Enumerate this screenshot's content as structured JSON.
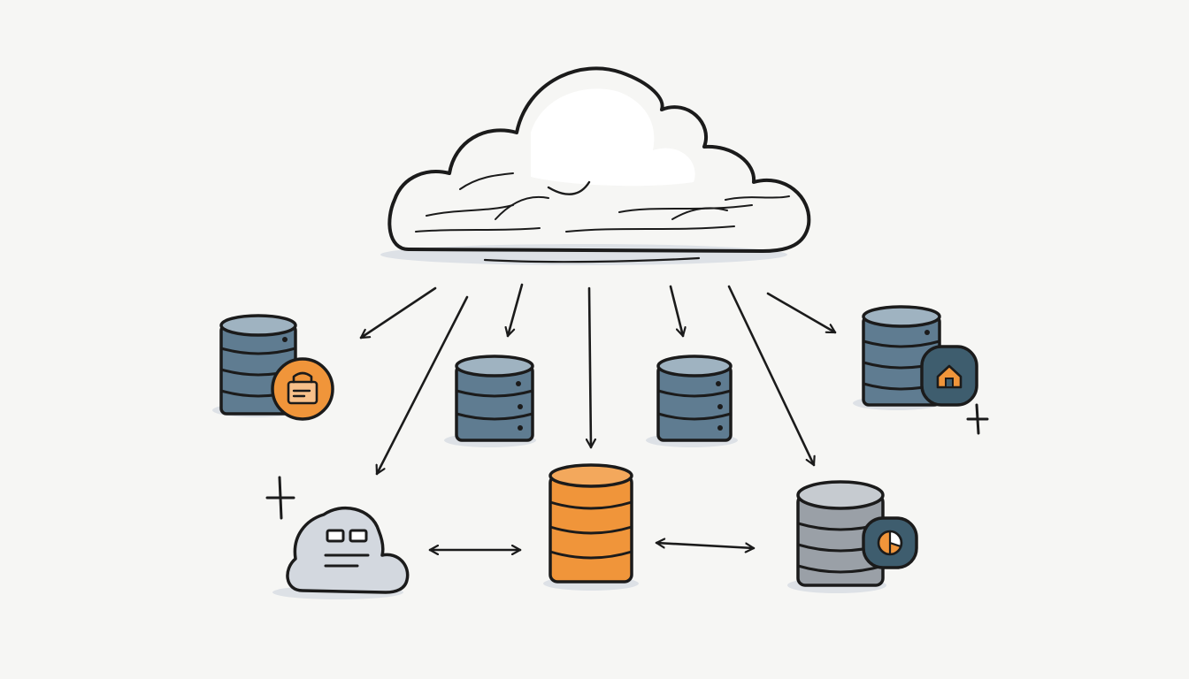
{
  "colors": {
    "background": "#f6f6f4",
    "ink": "#1b1b1b",
    "cloud_fill": "#eef0f3",
    "cloud_shade": "#c9ced6",
    "server_blue": "#5f7c91",
    "server_blue_top": "#9fb3c1",
    "server_gray": "#9aa0a7",
    "server_gray_top": "#c6cbd0",
    "accent_orange": "#f0953a",
    "badge_teal": "#3e5d6e",
    "cloud_small_fill": "#d3d8df"
  },
  "nodes": [
    {
      "id": "cloud-main",
      "kind": "cloud"
    },
    {
      "id": "db-left-top",
      "kind": "database",
      "color": "blue",
      "badge": "lock-icon"
    },
    {
      "id": "db-mid-left",
      "kind": "database",
      "color": "blue"
    },
    {
      "id": "db-mid-right",
      "kind": "database",
      "color": "blue"
    },
    {
      "id": "db-right-top",
      "kind": "database",
      "color": "blue",
      "badge": "home-icon"
    },
    {
      "id": "cloud-small",
      "kind": "cloud",
      "icon": "document-icon"
    },
    {
      "id": "db-center",
      "kind": "database",
      "color": "orange"
    },
    {
      "id": "db-right-bottom",
      "kind": "database",
      "color": "gray",
      "badge": "pie-chart-icon"
    }
  ],
  "edges": [
    {
      "from": "cloud-main",
      "to": "db-left-top",
      "direction": "one-way"
    },
    {
      "from": "cloud-main",
      "to": "cloud-small",
      "direction": "one-way"
    },
    {
      "from": "cloud-main",
      "to": "db-mid-left",
      "direction": "one-way"
    },
    {
      "from": "cloud-main",
      "to": "db-center",
      "direction": "one-way"
    },
    {
      "from": "cloud-main",
      "to": "db-mid-right",
      "direction": "one-way"
    },
    {
      "from": "cloud-main",
      "to": "db-right-bottom",
      "direction": "one-way"
    },
    {
      "from": "cloud-main",
      "to": "db-right-top",
      "direction": "one-way"
    },
    {
      "from": "cloud-small",
      "to": "db-center",
      "direction": "two-way"
    },
    {
      "from": "db-center",
      "to": "db-right-bottom",
      "direction": "two-way"
    }
  ],
  "decorations": [
    {
      "kind": "sparkle",
      "color": "accent_orange"
    },
    {
      "kind": "sparkle",
      "color": "accent_orange"
    }
  ]
}
